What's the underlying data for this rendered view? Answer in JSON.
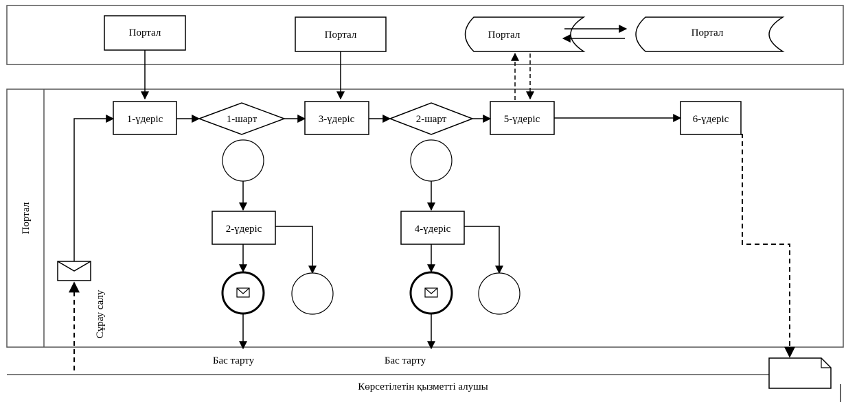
{
  "diagram": {
    "lanes": {
      "top_lane_label": "",
      "main_lane_label": "Портал",
      "bottom_lane_label": "Көрсетілетін қызметті алушы"
    },
    "portal_boxes": [
      "Портал",
      "Портал"
    ],
    "portal_storages": [
      "Портал",
      "Портал"
    ],
    "processes": {
      "p1": "1-үдеріс",
      "p2": "2-үдеріс",
      "p3": "3-үдеріс",
      "p4": "4-үдеріс",
      "p5": "5-үдеріс",
      "p6": "6-үдеріс"
    },
    "conditions": {
      "c1": "1-шарт",
      "c2": "2-шарт"
    },
    "request_label": "Сұрау салу",
    "refusals": [
      "Бас тарту",
      "Бас тарту"
    ],
    "colors": {
      "stroke": "#000000",
      "lane_border": "#555555",
      "background": "#ffffff"
    },
    "icons": {
      "message_icon": "envelope-icon",
      "document_icon": "document-icon"
    }
  }
}
